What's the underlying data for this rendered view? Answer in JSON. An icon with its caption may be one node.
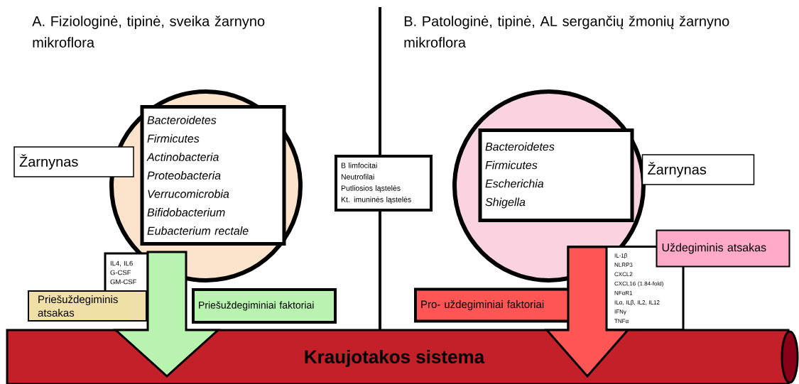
{
  "diagram": {
    "nodes": [
      {
        "text": [],
        "shape": "circle"
      },
      {
        "text": [
          "Bacteroidetes",
          "Firmicutes",
          "Actinobacteria",
          "Proteobacteria",
          "Verrucomicrobia",
          "Bifidobacterium",
          "Eubacterium rectale"
        ],
        "in": 0
      },
      {
        "text": [
          "Žarnynas"
        ]
      },
      {
        "text": [
          "IL4, IL6",
          "G-CSF",
          "GM-CSF"
        ]
      },
      {
        "text": [
          "Priešuždegiminis atsakas"
        ]
      },
      {
        "text": [
          "Priešuždegiminiai faktoriai"
        ]
      },
      {
        "text": [
          "B limfocitai",
          "Neutrofilai",
          "Putliosios ląstelės",
          "Kt. imuninės ląstelės"
        ]
      },
      {
        "text": [],
        "shape": "circle"
      },
      {
        "text": [
          "Bacteroidetes",
          "Firmicutes",
          "Escherichia",
          "Shigella"
        ],
        "in": 7
      },
      {
        "text": [
          "Žarnynas"
        ]
      },
      {
        "text": [
          "Uždegiminis atsakas"
        ]
      },
      {
        "text": [
          "IL-1β",
          "NLRP3",
          "CXCL2",
          "CXCL16 (1.84-fold)",
          "NFαR1",
          "ILα, ILβ, IL2, IL12",
          "IFNγ",
          "TNFα"
        ]
      },
      {
        "text": [
          "Pro- uždegiminiai faktoriai"
        ]
      },
      {
        "text": [
          "Kraujotakos sistema"
        ]
      }
    ],
    "edges": [
      {
        "from": 0,
        "to": 13,
        "arrow": "to",
        "style": "thick",
        "color": "#b9f3b0"
      },
      {
        "from": 7,
        "to": 13,
        "arrow": "to",
        "style": "thick",
        "color": "#ff5555"
      }
    ],
    "labels": [
      "A. Fiziologinė, tipinė, sveika žarnyno mikroflora",
      "B. Patologinė, tipinė, AL sergančių žmonių žarnyno mikroflora"
    ]
  }
}
